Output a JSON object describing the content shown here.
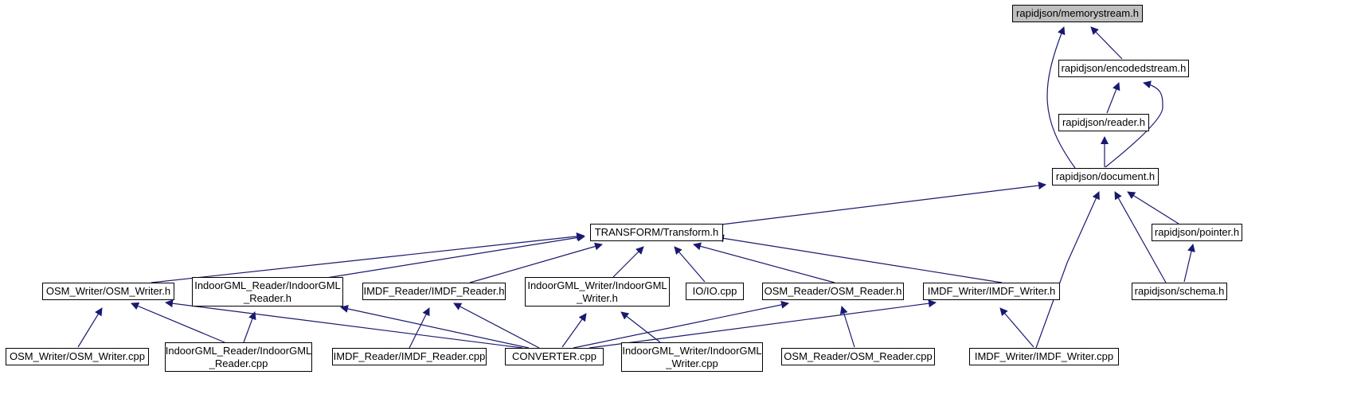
{
  "nodes": [
    {
      "id": "memorystream",
      "label": "rapidjson/memorystream.h",
      "root": true
    },
    {
      "id": "encodedstream",
      "label": "rapidjson/encodedstream.h"
    },
    {
      "id": "reader",
      "label": "rapidjson/reader.h"
    },
    {
      "id": "document",
      "label": "rapidjson/document.h"
    },
    {
      "id": "transform",
      "label": "TRANSFORM/Transform.h"
    },
    {
      "id": "pointer",
      "label": "rapidjson/pointer.h"
    },
    {
      "id": "schema",
      "label": "rapidjson/schema.h"
    },
    {
      "id": "osm_writer_h",
      "label": "OSM_Writer/OSM_Writer.h"
    },
    {
      "id": "indoorgml_reader_h",
      "label": "IndoorGML_Reader/IndoorGML\n_Reader.h"
    },
    {
      "id": "imdf_reader_h",
      "label": "IMDF_Reader/IMDF_Reader.h"
    },
    {
      "id": "indoorgml_writer_h",
      "label": "IndoorGML_Writer/IndoorGML\n_Writer.h"
    },
    {
      "id": "io_cpp",
      "label": "IO/IO.cpp"
    },
    {
      "id": "osm_reader_h",
      "label": "OSM_Reader/OSM_Reader.h"
    },
    {
      "id": "imdf_writer_h",
      "label": "IMDF_Writer/IMDF_Writer.h"
    },
    {
      "id": "osm_writer_cpp",
      "label": "OSM_Writer/OSM_Writer.cpp"
    },
    {
      "id": "indoorgml_reader_cpp",
      "label": "IndoorGML_Reader/IndoorGML\n_Reader.cpp"
    },
    {
      "id": "imdf_reader_cpp",
      "label": "IMDF_Reader/IMDF_Reader.cpp"
    },
    {
      "id": "converter_cpp",
      "label": "CONVERTER.cpp"
    },
    {
      "id": "indoorgml_writer_cpp",
      "label": "IndoorGML_Writer/IndoorGML\n_Writer.cpp"
    },
    {
      "id": "osm_reader_cpp",
      "label": "OSM_Reader/OSM_Reader.cpp"
    },
    {
      "id": "imdf_writer_cpp",
      "label": "IMDF_Writer/IMDF_Writer.cpp"
    }
  ],
  "edges": [
    [
      "encodedstream",
      "memorystream"
    ],
    [
      "document",
      "memorystream"
    ],
    [
      "reader",
      "encodedstream"
    ],
    [
      "document",
      "encodedstream"
    ],
    [
      "document",
      "reader"
    ],
    [
      "transform",
      "document"
    ],
    [
      "pointer",
      "document"
    ],
    [
      "schema",
      "document"
    ],
    [
      "imdf_writer_cpp",
      "document"
    ],
    [
      "schema",
      "pointer"
    ],
    [
      "osm_writer_h",
      "transform"
    ],
    [
      "indoorgml_reader_h",
      "transform"
    ],
    [
      "imdf_reader_h",
      "transform"
    ],
    [
      "indoorgml_writer_h",
      "transform"
    ],
    [
      "io_cpp",
      "transform"
    ],
    [
      "osm_reader_h",
      "transform"
    ],
    [
      "imdf_writer_h",
      "transform"
    ],
    [
      "osm_writer_cpp",
      "osm_writer_h"
    ],
    [
      "indoorgml_reader_cpp",
      "osm_writer_h"
    ],
    [
      "converter_cpp",
      "osm_writer_h"
    ],
    [
      "indoorgml_reader_cpp",
      "indoorgml_reader_h"
    ],
    [
      "converter_cpp",
      "indoorgml_reader_h"
    ],
    [
      "imdf_reader_cpp",
      "imdf_reader_h"
    ],
    [
      "converter_cpp",
      "imdf_reader_h"
    ],
    [
      "converter_cpp",
      "indoorgml_writer_h"
    ],
    [
      "indoorgml_writer_cpp",
      "indoorgml_writer_h"
    ],
    [
      "converter_cpp",
      "osm_reader_h"
    ],
    [
      "osm_reader_cpp",
      "osm_reader_h"
    ],
    [
      "converter_cpp",
      "imdf_writer_h"
    ],
    [
      "imdf_writer_cpp",
      "imdf_writer_h"
    ]
  ],
  "colors": {
    "edge": "#191970",
    "root_fill": "#bfbfbf",
    "node_fill": "#ffffff",
    "border": "#000000"
  }
}
